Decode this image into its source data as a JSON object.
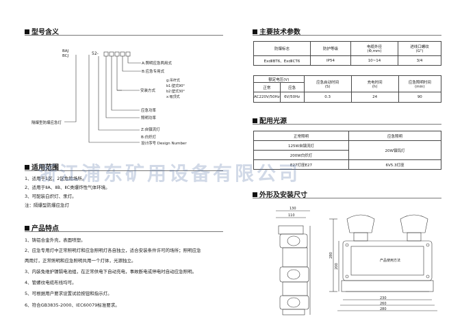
{
  "left": {
    "model_title": "型号含义",
    "model": {
      "prefix_top": "BAJ",
      "prefix_bottom": "BCJ",
      "series": "52-",
      "labels": [
        "A:照明应急两用式",
        "B:应急专用式",
        "安装方式",
        "g:吊杆式",
        "b1:壁式90°",
        "b2:壁式30°",
        "x:吸顶式",
        "应急功率",
        "照明功率",
        "Z:自镇流灯",
        "B:白炽灯",
        "设计序号 Design Number"
      ],
      "name_label": "隔爆型防爆应急灯"
    },
    "scope_title": "适用范围",
    "scope_items": [
      "1、适用于1区、2区危险场所。",
      "2、适用于ⅡA、ⅡB、ⅡC类爆炸性气体环境。",
      "3、可配装白炽灯、汞灯。",
      "注：隔爆型防爆应急灯"
    ],
    "features_title": "产品特点",
    "features_items": [
      "1、铸铝合金外壳，表面喷塑。",
      "2、应急专用灯中正常照明灯和应急照明灯各自独立，适合安装条件许可的场所；照明应急",
      "    两用灯，正常照明和应急照明共用一个灯体，光源独立。",
      "3、内装免维护镍镉电池组，在正常供电下自动充电，事故断电或停电时自动应急照明。",
      "4、管螺纹电缆布线均可。",
      "5、可根据用户要求设置试验按钮和指示灯。",
      "6、符合GB3835-2000、IEC60079标准要求。"
    ]
  },
  "right": {
    "tech_title": "主要技术参数",
    "table1": {
      "headers": [
        "防爆标志",
        "防护等级",
        "电缆外径\n(Φ,mm)",
        "进线口螺纹\n(G\")"
      ],
      "row": [
        "ExdⅡBT6、ExdⅡCT6",
        "IP54",
        "10~14",
        "3/4"
      ]
    },
    "table2": {
      "header_top": "额定电压(V)",
      "sub_headers": [
        "正常",
        "应急"
      ],
      "headers": [
        "应急启动时间\n(S)",
        "充电时间\n(h)",
        "应急照明时间\n(min)"
      ],
      "row": [
        "AC220V/50Hz",
        "6V/50Hz",
        "0.3",
        "24",
        "90"
      ]
    },
    "light_title": "配用光源",
    "light_table": {
      "headers": [
        "正常照明",
        "应急照明"
      ],
      "normal": [
        "125W自镇流灯",
        "200W白炽灯",
        "E27灯座E27"
      ],
      "emergency": [
        "20W镇钨灯",
        "6V5.3灯座"
      ]
    },
    "dims_title": "外形及安装尺寸",
    "dims": {
      "top_dims": [
        "130",
        "110"
      ],
      "height_dims": [
        "280",
        "200"
      ],
      "bottom_dims": [
        "230",
        "260",
        "280"
      ],
      "front_label": "产品使用方法"
    }
  },
  "watermark": "浙江浦东矿用设备有限公司"
}
